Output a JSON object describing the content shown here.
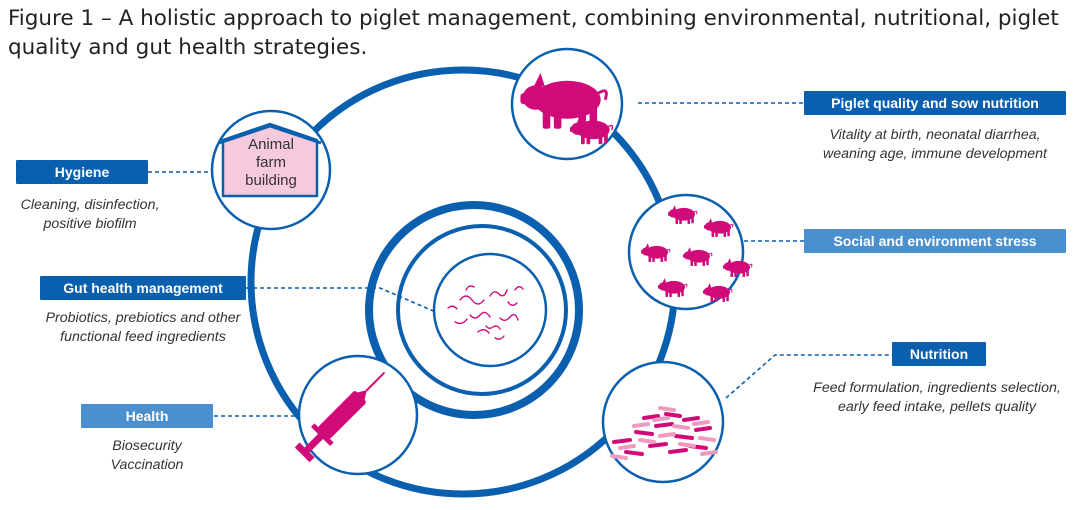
{
  "title": "Figure 1 – A holistic approach to piglet management, combining environmental, nutritional, piglet quality and gut health strategies.",
  "colors": {
    "blue_dark": "#0a5fae",
    "blue_light": "#4a90cf",
    "magenta": "#d10a7a",
    "pink_fill": "#f6c9dd"
  },
  "building": {
    "text_lines": [
      "Animal",
      "farm",
      "building"
    ]
  },
  "factors": [
    {
      "label": "Hygiene",
      "description": [
        "Cleaning, disinfection,",
        "positive biofilm"
      ],
      "icon": "farm-building-icon"
    },
    {
      "label": "Gut health management",
      "description": [
        "Probiotics, prebiotics and other",
        "functional feed ingredients"
      ],
      "icon": "gut-microbes-icon"
    },
    {
      "label": "Health",
      "description": [
        "Biosecurity",
        "Vaccination"
      ],
      "icon": "syringe-icon"
    },
    {
      "label": "Piglet quality and sow nutrition",
      "description": [
        "Vitality at birth, neonatal diarrhea,",
        "weaning age, immune development"
      ],
      "icon": "sow-and-piglet-icon"
    },
    {
      "label": "Social and environment stress",
      "description": [],
      "icon": "piglet-group-icon"
    },
    {
      "label": "Nutrition",
      "description": [
        "Feed formulation, ingredients selection,",
        "early feed intake, pellets quality"
      ],
      "icon": "feed-pellets-icon"
    }
  ]
}
